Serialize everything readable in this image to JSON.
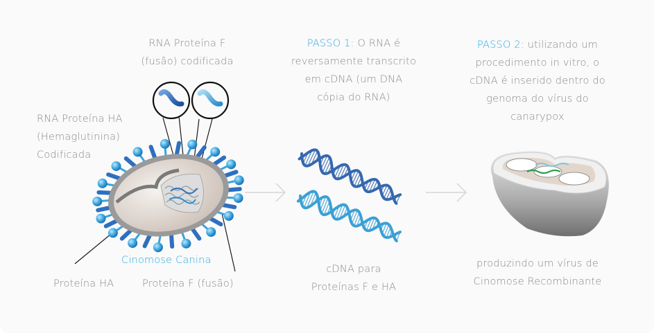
{
  "colors": {
    "accent": "#29a9e0",
    "text": "#8a8a8a",
    "background": "#fafafa",
    "virus_spike_dark": "#2e6fbf",
    "virus_spike_light": "#3aa3dc",
    "dna_dark": "#3568ae",
    "dna_light": "#3aa0d6",
    "arrow": "#d6d6d6"
  },
  "virus_section": {
    "label_rna_f_line1": "RNA Proteína F",
    "label_rna_f_line2": "(fusão) codificada",
    "label_rna_ha_line1": "RNA Proteína HA",
    "label_rna_ha_line2": "(Hemaglutinina)",
    "label_rna_ha_line3": "Codificada",
    "virus_name": "Cinomose Canina",
    "label_protein_ha": "Proteína HA",
    "label_protein_f": "Proteína F (fusão)",
    "icons": [
      "virus-icon",
      "rna-strand-icon",
      "rna-strand-icon"
    ]
  },
  "step1": {
    "prefix": "PASSO 1:",
    "line1_rest": " O RNA é",
    "line2": "reversamente transcrito",
    "line3": "em cDNA (um DNA",
    "line4": "cópia do RNA)",
    "caption_line1": "cDNA para",
    "caption_line2": "Proteínas F e HA",
    "icon": "dna-helix-icon"
  },
  "step2": {
    "prefix": "PASSO 2:",
    "line1_rest": " utilizando um",
    "line2": "procedimento in vitro, o",
    "line3": "cDNA é inserido dentro do",
    "line4": "genoma do vírus do",
    "line5": "canarypox",
    "caption_line1": "produzindo um vírus de",
    "caption_line2": "Cinomose Recombinante",
    "icon": "canarypox-virus-icon"
  },
  "arrows": [
    "arrow-right-icon",
    "arrow-right-icon"
  ]
}
